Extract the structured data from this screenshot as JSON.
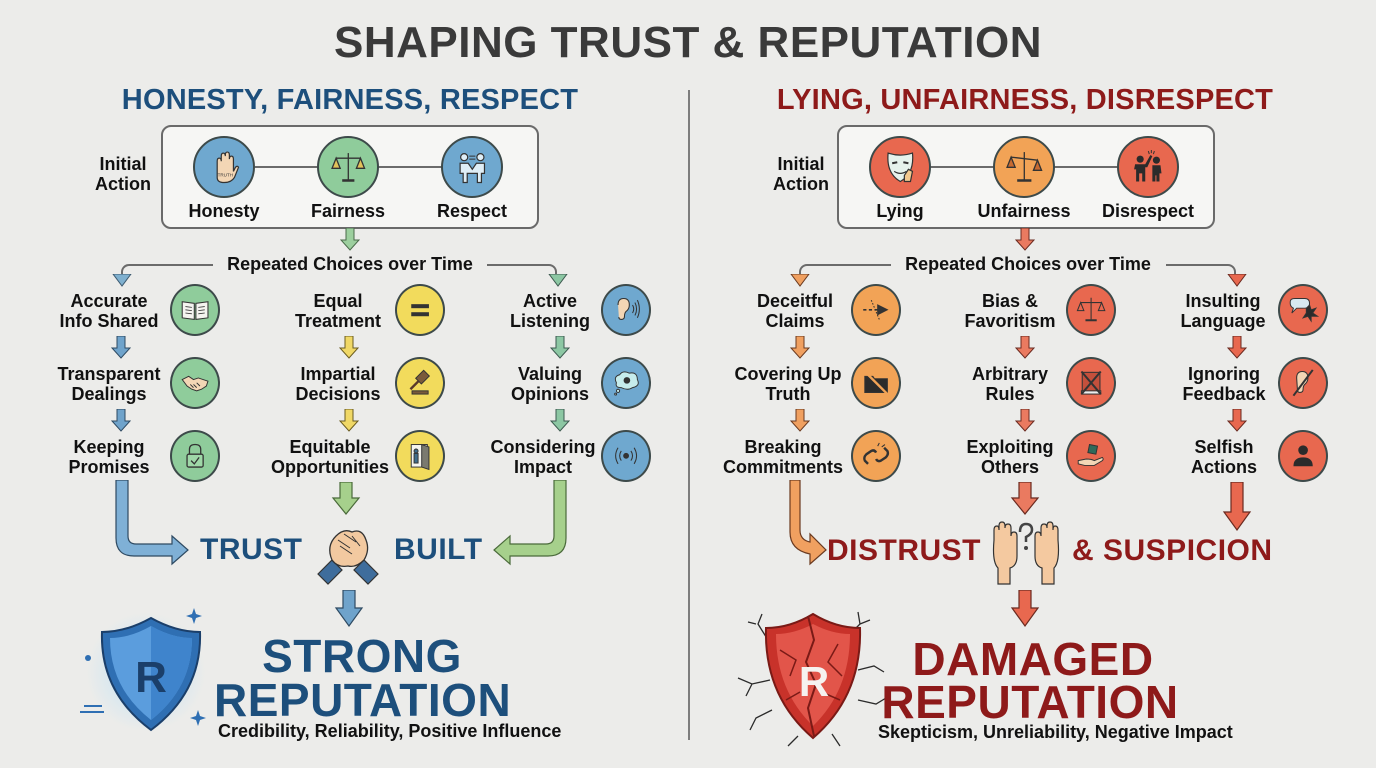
{
  "title": "SHAPING TRUST & REPUTATION",
  "colors": {
    "background": "#ececea",
    "title": "#3a3a3a",
    "positive_heading": "#1d4f7c",
    "negative_heading": "#8e1a1a",
    "blue_circle": "#6fa8cf",
    "green_circle": "#8fcc9b",
    "yellow_circle": "#f2db5c",
    "orange_circle": "#f2a356",
    "red_circle": "#e8684f"
  },
  "positive": {
    "heading": "HONESTY, FAIRNESS, RESPECT",
    "initial_action_label": "Initial Action",
    "initial_actions": [
      {
        "label": "Honesty",
        "icon": "raised-hand-truth-icon"
      },
      {
        "label": "Fairness",
        "icon": "balance-scale-icon"
      },
      {
        "label": "Respect",
        "icon": "people-handshake-icon"
      }
    ],
    "repeated_label": "Repeated Choices over Time",
    "columns": [
      {
        "steps": [
          {
            "label": "Accurate Info Shared",
            "icon": "open-book-icon"
          },
          {
            "label": "Transparent Dealings",
            "icon": "handshake-icon"
          },
          {
            "label": "Keeping Promises",
            "icon": "padlock-check-icon"
          }
        ]
      },
      {
        "steps": [
          {
            "label": "Equal Treatment",
            "icon": "equals-icon"
          },
          {
            "label": "Impartial Decisions",
            "icon": "gavel-icon"
          },
          {
            "label": "Equitable Opportunities",
            "icon": "open-door-icon"
          }
        ]
      },
      {
        "steps": [
          {
            "label": "Active Listening",
            "icon": "ear-icon"
          },
          {
            "label": "Valuing Opinions",
            "icon": "thought-bubble-gear-icon"
          },
          {
            "label": "Considering Impact",
            "icon": "broadcast-waves-icon"
          }
        ]
      }
    ],
    "outcome_left": "TRUST",
    "outcome_right": "BUILT",
    "outcome_icon": "clasped-hands-icon",
    "reputation_line1": "STRONG",
    "reputation_line2": "REPUTATION",
    "reputation_sub": "Credibility, Reliability, Positive Influence",
    "shield_letter": "R"
  },
  "negative": {
    "heading": "LYING, UNFAIRNESS, DISRESPECT",
    "initial_action_label": "Initial Action",
    "initial_actions": [
      {
        "label": "Lying",
        "icon": "mask-crossed-fingers-icon"
      },
      {
        "label": "Unfairness",
        "icon": "tilted-scale-icon"
      },
      {
        "label": "Disrespect",
        "icon": "confrontation-people-icon"
      }
    ],
    "repeated_label": "Repeated Choices over Time",
    "columns": [
      {
        "steps": [
          {
            "label": "Deceitful Claims",
            "icon": "deflected-arrow-icon"
          },
          {
            "label": "Covering Up Truth",
            "icon": "hidden-folder-icon"
          },
          {
            "label": "Breaking Commitments",
            "icon": "broken-chain-icon"
          }
        ]
      },
      {
        "steps": [
          {
            "label": "Bias & Favoritism",
            "icon": "unbalanced-scale-icon"
          },
          {
            "label": "Arbitrary Rules",
            "icon": "crossed-rulebook-icon"
          },
          {
            "label": "Exploiting Others",
            "icon": "hand-taking-icon"
          }
        ]
      },
      {
        "steps": [
          {
            "label": "Insulting Language",
            "icon": "angry-speech-icon"
          },
          {
            "label": "Ignoring Feedback",
            "icon": "crossed-ear-icon"
          },
          {
            "label": "Selfish Actions",
            "icon": "person-icon"
          }
        ]
      }
    ],
    "outcome_left": "DISTRUST",
    "outcome_right": "& SUSPICION",
    "outcome_icon": "questioning-hands-icon",
    "reputation_line1": "DAMAGED",
    "reputation_line2": "REPUTATION",
    "reputation_sub": "Skepticism, Unreliability, Negative Impact",
    "shield_letter": "R"
  }
}
